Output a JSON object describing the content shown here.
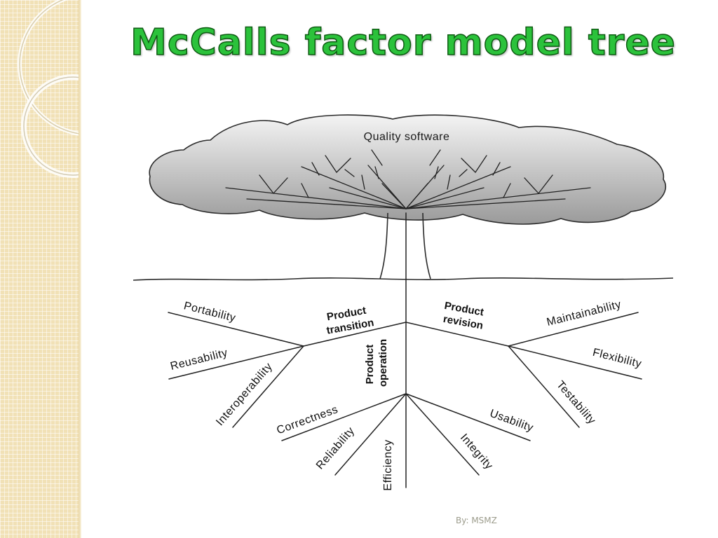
{
  "slide": {
    "title": "McCalls factor model tree",
    "footer": "By: MSMZ"
  },
  "tree": {
    "canopy_label": "Quality software",
    "categories": {
      "transition": [
        "Product",
        "transition"
      ],
      "operation": [
        "Product",
        "operation"
      ],
      "revision": [
        "Product",
        "revision"
      ]
    },
    "factors": {
      "transition": [
        "Portability",
        "Reusability",
        "Interoperability"
      ],
      "operation": [
        "Correctness",
        "Reliability",
        "Efficiency",
        "Integrity",
        "Usability"
      ],
      "revision": [
        "Maintainability",
        "Flexibility",
        "Testability"
      ]
    }
  },
  "colors": {
    "title_fill": "#2bc23b",
    "title_outline": "#0e5a12",
    "sidebar": "#f1e1b6",
    "canopy_light": "#f2f2f2",
    "canopy_dark": "#9a9a9a"
  }
}
